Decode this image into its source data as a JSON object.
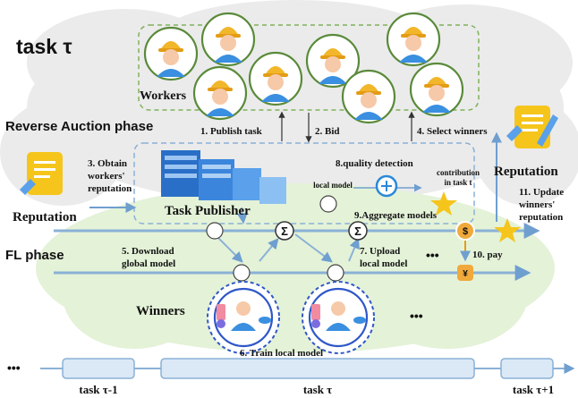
{
  "title": "task τ",
  "phases": {
    "reverse_auction": "Reverse Auction phase",
    "fl": "FL phase"
  },
  "nodes": {
    "workers": "Workers",
    "task_publisher": "Task Publisher",
    "winners": "Winners",
    "reputation_left": "Reputation",
    "reputation_right": "Reputation",
    "local_model": "local model",
    "contribution_line1": "contribution",
    "contribution_line2": "in task t",
    "sigma": "Σ"
  },
  "steps": {
    "s1": "1. Publish task",
    "s2": "2. Bid",
    "s3_line1": "3. Obtain",
    "s3_line2": "workers'",
    "s3_line3": "reputation",
    "s4": "4. Select winners",
    "s5_line1": "5. Download",
    "s5_line2": "global model",
    "s6": "6. Train local model",
    "s7_line1": "7. Upload",
    "s7_line2": "local model",
    "s8": "8.quality detection",
    "s9": "9.Aggregate models",
    "s10": "10. pay",
    "s11_line1": "11. Update",
    "s11_line2": "winners'",
    "s11_line3": "reputation"
  },
  "ellipsis": "•••",
  "timeline": {
    "prev": "task τ-1",
    "current": "task τ",
    "next": "task τ+1"
  },
  "colors": {
    "cloud": "#ebebeb",
    "fl_area": "#e4f2d8",
    "arrow": "#8ab1d6",
    "timeline_box": "#dbe8f6",
    "worker_ring": "#5a8a3a",
    "winner_ring": "#2f57c8",
    "coin": "#f0a93a",
    "star": "#f5c51c"
  }
}
